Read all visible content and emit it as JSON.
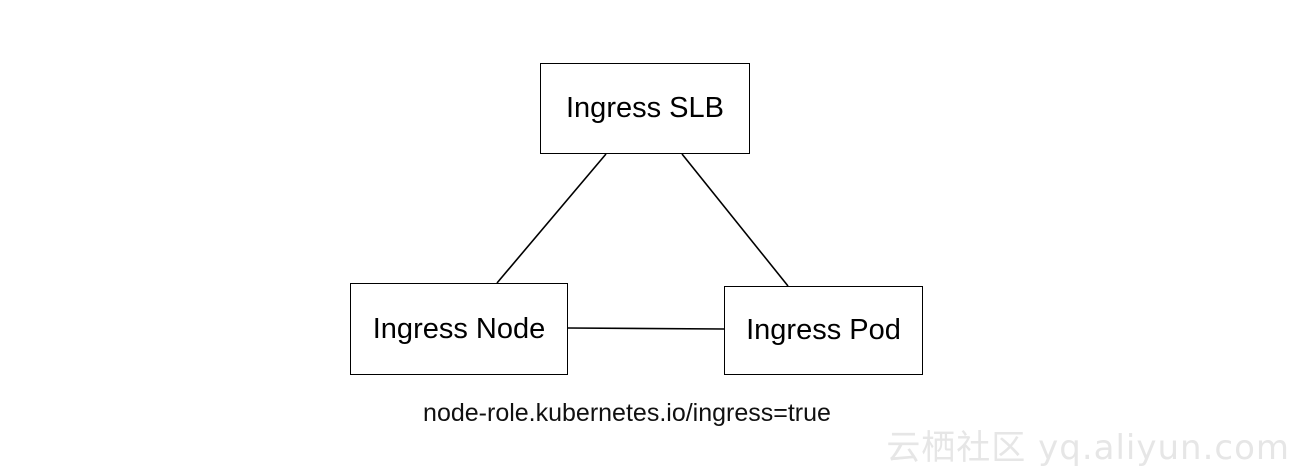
{
  "nodes": {
    "slb": "Ingress SLB",
    "node": "Ingress Node",
    "pod": "Ingress Pod"
  },
  "caption": "node-role.kubernetes.io/ingress=true",
  "watermark": "云栖社区 yq.aliyun.com",
  "colors": {
    "line": "#000000",
    "background": "#ffffff",
    "watermark": "#e6e6e6"
  }
}
